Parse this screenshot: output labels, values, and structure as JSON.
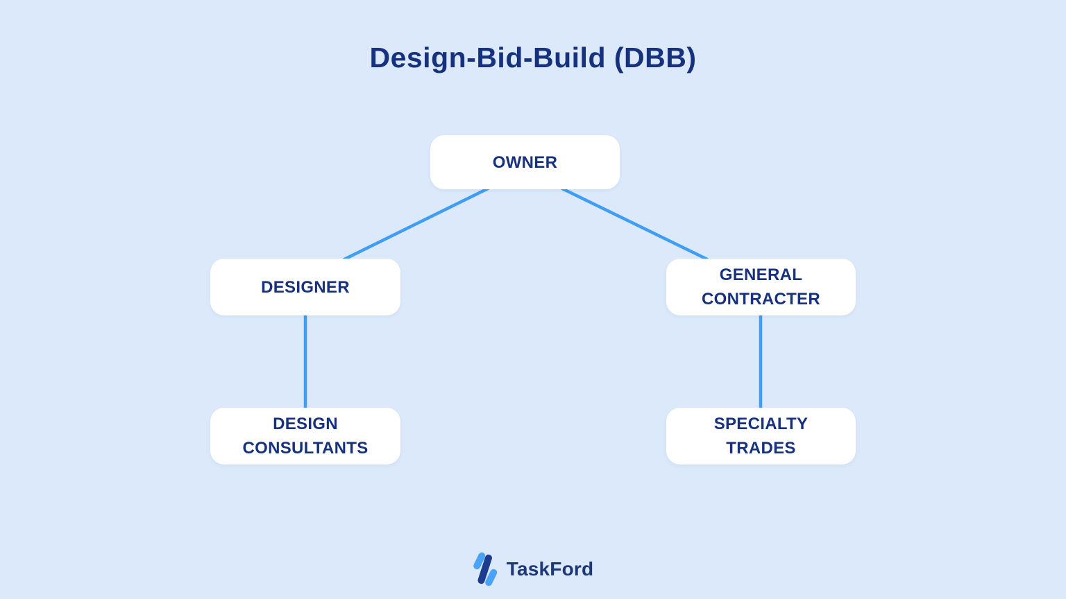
{
  "title": "Design-Bid-Build (DBB)",
  "diagram": {
    "nodes": [
      {
        "id": "owner",
        "label": "OWNER"
      },
      {
        "id": "designer",
        "label": "DESIGNER"
      },
      {
        "id": "general-contracter",
        "label": "GENERAL CONTRACTER"
      },
      {
        "id": "design-consultants",
        "label": "DESIGN CONSULTANTS"
      },
      {
        "id": "specialty-trades",
        "label": "SPECIALTY TRADES"
      }
    ],
    "edges": [
      {
        "from": "owner",
        "to": "designer"
      },
      {
        "from": "owner",
        "to": "general-contracter"
      },
      {
        "from": "designer",
        "to": "design-consultants"
      },
      {
        "from": "general-contracter",
        "to": "specialty-trades"
      }
    ]
  },
  "footer": {
    "brand": "TaskFord"
  },
  "colors": {
    "background": "#DBE9FB",
    "node_fill": "#FFFFFF",
    "text_navy": "#16317D",
    "connector_blue": "#3F9DF4",
    "logo_light_blue": "#4AA3F7",
    "logo_dark_blue": "#1D3C8F"
  }
}
